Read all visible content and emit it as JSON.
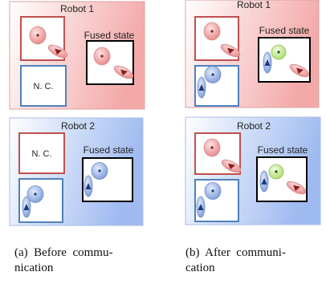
{
  "panels": [
    {
      "robot1": {
        "title": "Robot 1",
        "fused_label": "Fused state",
        "nc_label": "N. C."
      },
      "robot2": {
        "title": "Robot 2",
        "fused_label": "Fused state",
        "nc_label": "N. C."
      }
    },
    {
      "robot1": {
        "title": "Robot 1",
        "fused_label": "Fused state"
      },
      "robot2": {
        "title": "Robot 2",
        "fused_label": "Fused state"
      }
    }
  ],
  "captions": {
    "a_line1": "(a)  Before  commu-",
    "a_line2": "nication",
    "b_line1": "(b)  After  communi-",
    "b_line2": "cation"
  },
  "colors": {
    "robot1_bg": "#f6b9b9",
    "robot2_bg": "#b3c8f2",
    "red_box": "#c0504d",
    "blue_box": "#4f81bd",
    "fused_box": "#000000",
    "red_estimate": "#e88c8c",
    "blue_estimate": "#7f9fd9",
    "green_estimate": "#b6e37a"
  }
}
